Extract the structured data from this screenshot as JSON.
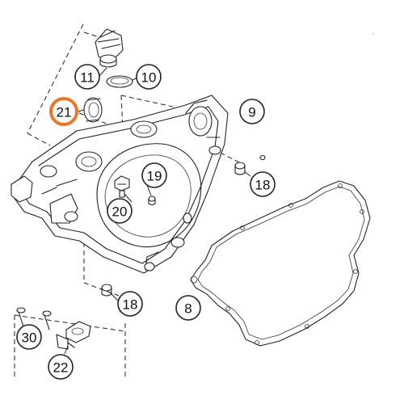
{
  "diagram": {
    "highlight_color": "#e8762b",
    "line_color": "#222222",
    "callouts": [
      {
        "id": "c11",
        "label": "11",
        "highlighted": false
      },
      {
        "id": "c10",
        "label": "10",
        "highlighted": false
      },
      {
        "id": "c21",
        "label": "21",
        "highlighted": true
      },
      {
        "id": "c9",
        "label": "9",
        "highlighted": false
      },
      {
        "id": "c19",
        "label": "19",
        "highlighted": false
      },
      {
        "id": "c18a",
        "label": "18",
        "highlighted": false
      },
      {
        "id": "c20",
        "label": "20",
        "highlighted": false
      },
      {
        "id": "c18b",
        "label": "18",
        "highlighted": false
      },
      {
        "id": "c8",
        "label": "8",
        "highlighted": false
      },
      {
        "id": "c30",
        "label": "30",
        "highlighted": false
      },
      {
        "id": "c22",
        "label": "22",
        "highlighted": false
      }
    ]
  }
}
